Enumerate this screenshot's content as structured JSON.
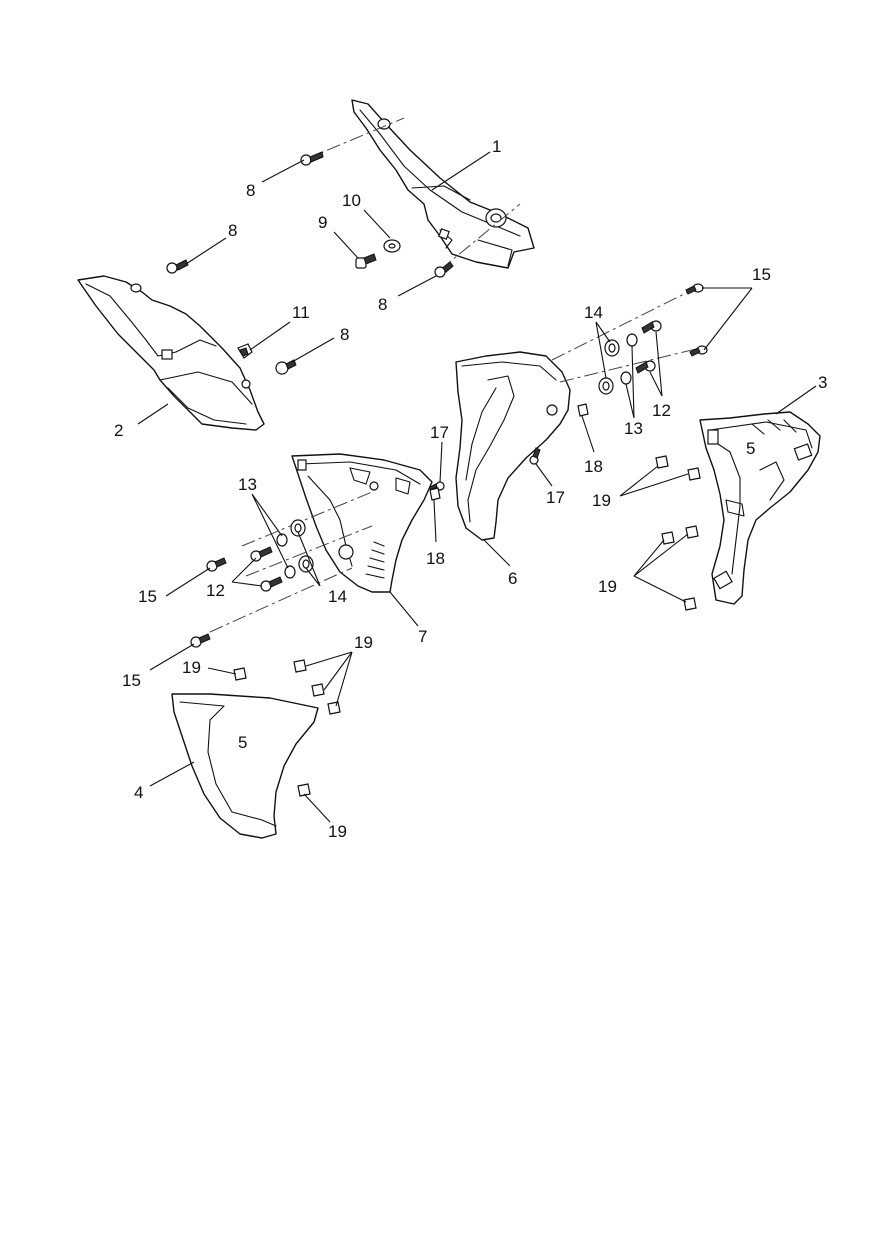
{
  "callouts": {
    "c1": "1",
    "c2": "2",
    "c3": "3",
    "c4": "4",
    "c5a": "5",
    "c5b": "5",
    "c6": "6",
    "c7": "7",
    "c8a": "8",
    "c8b": "8",
    "c8c": "8",
    "c8d": "8",
    "c9": "9",
    "c10": "10",
    "c11": "11",
    "c12a": "12",
    "c12b": "12",
    "c13a": "13",
    "c13b": "13",
    "c14a": "14",
    "c14b": "14",
    "c15a": "15",
    "c15b": "15",
    "c15c": "15",
    "c17a": "17",
    "c17b": "17",
    "c18a": "18",
    "c18b": "18",
    "c19a": "19",
    "c19b": "19",
    "c19c": "19",
    "c19d": "19",
    "c19e": "19"
  }
}
